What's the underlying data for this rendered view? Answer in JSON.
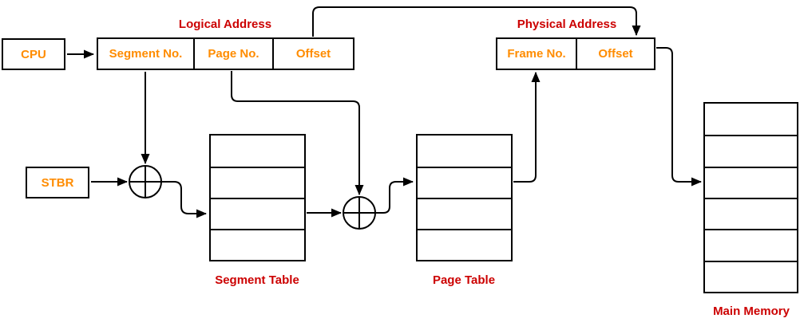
{
  "colors": {
    "caption_red": "#CC0000",
    "field_orange": "#FF8C00",
    "line_black": "#000000",
    "box_fill": "#FFFFFF"
  },
  "cpu": {
    "label": "CPU"
  },
  "stbr": {
    "label": "STBR"
  },
  "logical_address": {
    "title": "Logical Address",
    "segment_field": "Segment No.",
    "page_field": "Page No.",
    "offset_field": "Offset"
  },
  "physical_address": {
    "title": "Physical Address",
    "frame_field": "Frame No.",
    "offset_field": "Offset"
  },
  "segment_table": {
    "label": "Segment Table",
    "row_count": 4
  },
  "page_table": {
    "label": "Page Table",
    "row_count": 4
  },
  "main_memory": {
    "label": "Main Memory",
    "row_count": 6
  },
  "icons": {
    "adder": "plus-in-circle"
  }
}
